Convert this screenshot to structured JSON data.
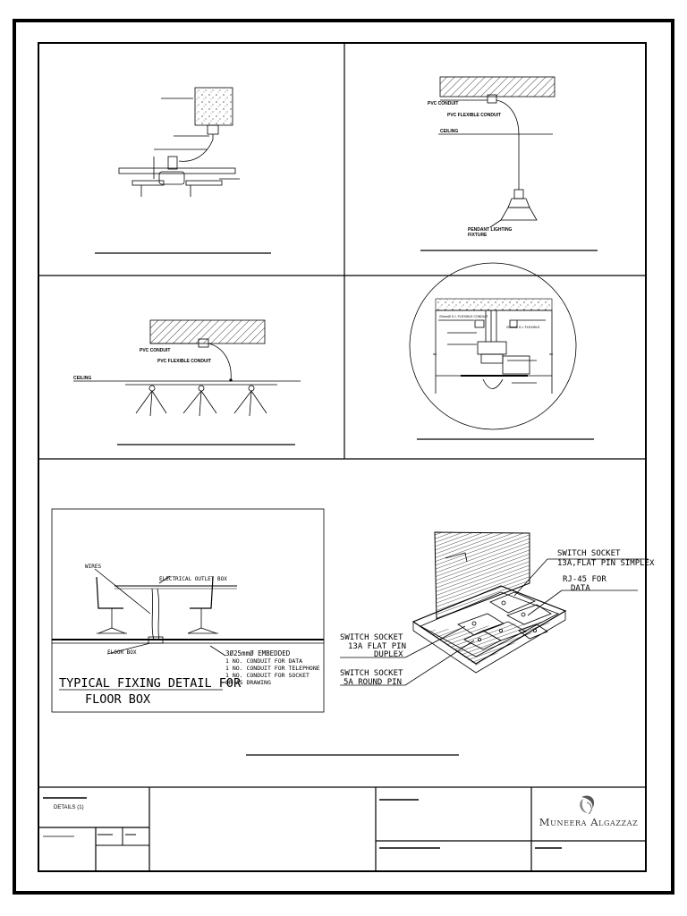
{
  "panel_tr": {
    "pvc_conduit": "PVC CONDUIT",
    "pvc_flexible_conduit": "PVC FLEXIBLE CONDUIT",
    "ceiling": "CEILING",
    "pendant_line1": "PENDANT LIGHTING",
    "pendant_line2": "FIXTURE"
  },
  "panel_ml": {
    "pvc_conduit": "PVC CONDUIT",
    "pvc_flexible_conduit": "PVC FLEXIBLE CONDUIT",
    "ceiling": "CEILING"
  },
  "panel_mr": {
    "label_a": "20mmØ G.I. FLEXIBLE CONDUIT",
    "label_b": "20mmØ G.I. FLEXIBLE"
  },
  "floorbox_section": {
    "wires": "WIRES",
    "electrical_outlet_box": "ELECTRICAL OUTLET BOX",
    "floor_box": "FLOOR BOX",
    "notes": [
      "3Ø25mmØ EMBEDDED",
      "1  NO. CONDUIT FOR DATA",
      "1  NO. CONDUIT FOR TELEPHONE",
      "1  NO. CONDUIT FOR SOCKET",
      "OR AS DRAWING"
    ],
    "title_line1": "TYPICAL FIXING DETAIL FOR",
    "title_line2": "FLOOR BOX"
  },
  "floorbox_iso": {
    "switch_simplex_1": "SWITCH SOCKET",
    "switch_simplex_2": "13A,FLAT PIN SIMPLEX",
    "rj45_1": "RJ-45  FOR",
    "rj45_2": "DATA",
    "switch_duplex_1": "SWITCH SOCKET",
    "switch_duplex_2": "13A FLAT PIN",
    "switch_duplex_3": "DUPLEX",
    "switch_round_1": "SWITCH SOCKET",
    "switch_round_2": "5A ROUND PIN"
  },
  "title_block": {
    "drawing_title": "DETAILS (1)",
    "company": "Muneera Algazzaz"
  }
}
